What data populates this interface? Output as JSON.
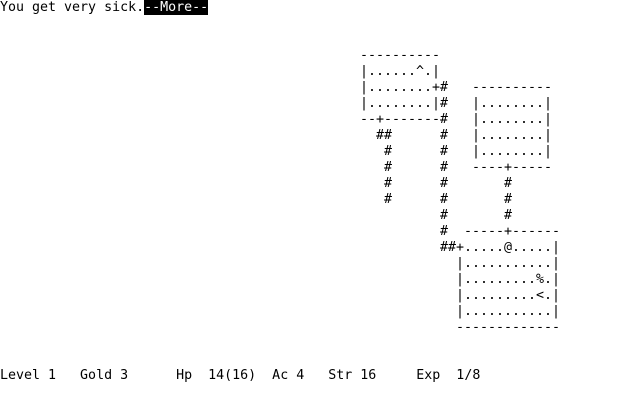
{
  "message": {
    "text": "You get very sick.",
    "more_prompt": "--More--"
  },
  "map": {
    "rows": [
      "",
      "",
      "",
      "                                             ----------",
      "                                             |......^.|",
      "                                             |........+#   ----------",
      "                                             |........|#   |........|",
      "                                             --+-------#   |........|",
      "                                               ##      #   |........|",
      "                                                #      #   |........|",
      "                                                #      #   ----+-----",
      "                                                #      #       #",
      "                                                #      #       #",
      "                                                       #       #",
      "                                                       #  -----+------",
      "                                                       ##+.....@.....|",
      "                                                         |...........|",
      "                                                         |.........%.|",
      "                                                         |.........<.|",
      "                                                         |...........|",
      "                                                         -------------",
      "",
      ""
    ]
  },
  "status": {
    "line": "Level 1   Gold 3      Hp  14(16)  Ac 4   Str 16     Exp  1/8"
  }
}
